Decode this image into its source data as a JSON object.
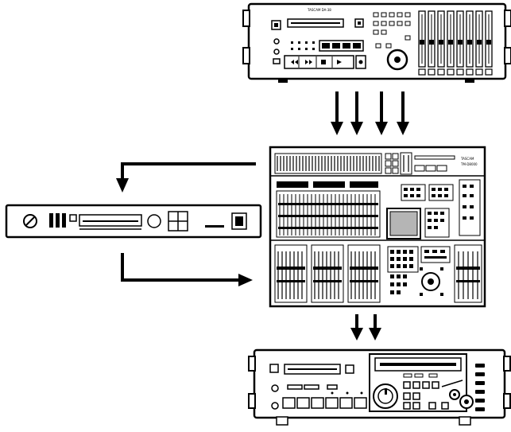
{
  "devices": {
    "multitrack_recorder": {
      "brand_label": "TASCAM DA-38"
    },
    "console": {
      "brand_label": "TASCAM",
      "model_label": "TM-D8000"
    },
    "processor": {},
    "master_recorder": {}
  },
  "connections": {
    "recorder_to_console": {
      "count": 4
    },
    "console_to_processor": {},
    "processor_to_console": {},
    "console_to_master": {
      "count": 2
    }
  },
  "colors": {
    "line": "#000000",
    "background": "#ffffff",
    "screen": "#b5b5b5"
  }
}
